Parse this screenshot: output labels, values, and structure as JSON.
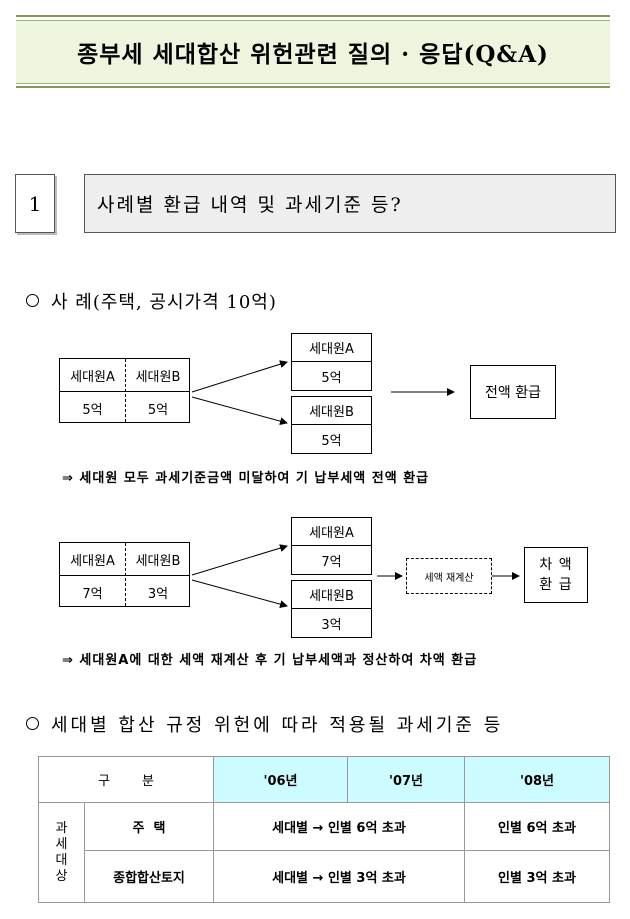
{
  "document": {
    "title": "종부세 세대합산 위헌관련 질의 · 응답(Q&A)",
    "question": {
      "number": "1",
      "text": "사례별 환급 내역 및 과세기준 등?"
    },
    "example_heading": "사 례(주택, 공시가격 10억)",
    "case1": {
      "household": {
        "a_label": "세대원A",
        "b_label": "세대원B",
        "a_value": "5억",
        "b_value": "5억"
      },
      "member_a": {
        "label": "세대원A",
        "value": "5억"
      },
      "member_b": {
        "label": "세대원B",
        "value": "5억"
      },
      "result": "전액 환급",
      "note": "⇒ 세대원 모두 과세기준금액 미달하여 기 납부세액 전액 환급"
    },
    "case2": {
      "household": {
        "a_label": "세대원A",
        "b_label": "세대원B",
        "a_value": "7억",
        "b_value": "3억"
      },
      "member_a": {
        "label": "세대원A",
        "value": "7억"
      },
      "member_b": {
        "label": "세대원B",
        "value": "3억"
      },
      "recalc": "세액 재계산",
      "result_line1": "차 액",
      "result_line2": "환 급",
      "note": "⇒ 세대원A에 대한 세액 재계산 후 기 납부세액과 정산하여 차액 환급"
    },
    "criteria_heading": "세대별 합산 규정 위헌에 따라 적용될 과세기준 등",
    "table": {
      "gubun": "구 분",
      "years": [
        "'06년",
        "'07년",
        "'08년"
      ],
      "side_label": [
        "과",
        "세",
        "대",
        "상"
      ],
      "rows": [
        {
          "label": "주  택",
          "prior": "세대별 → 인별 6억 초과",
          "y08": "인별 6억 초과"
        },
        {
          "label": "종합합산토지",
          "prior": "세대별 → 인별 3억 초과",
          "y08": "인별 3억 초과"
        }
      ]
    }
  }
}
